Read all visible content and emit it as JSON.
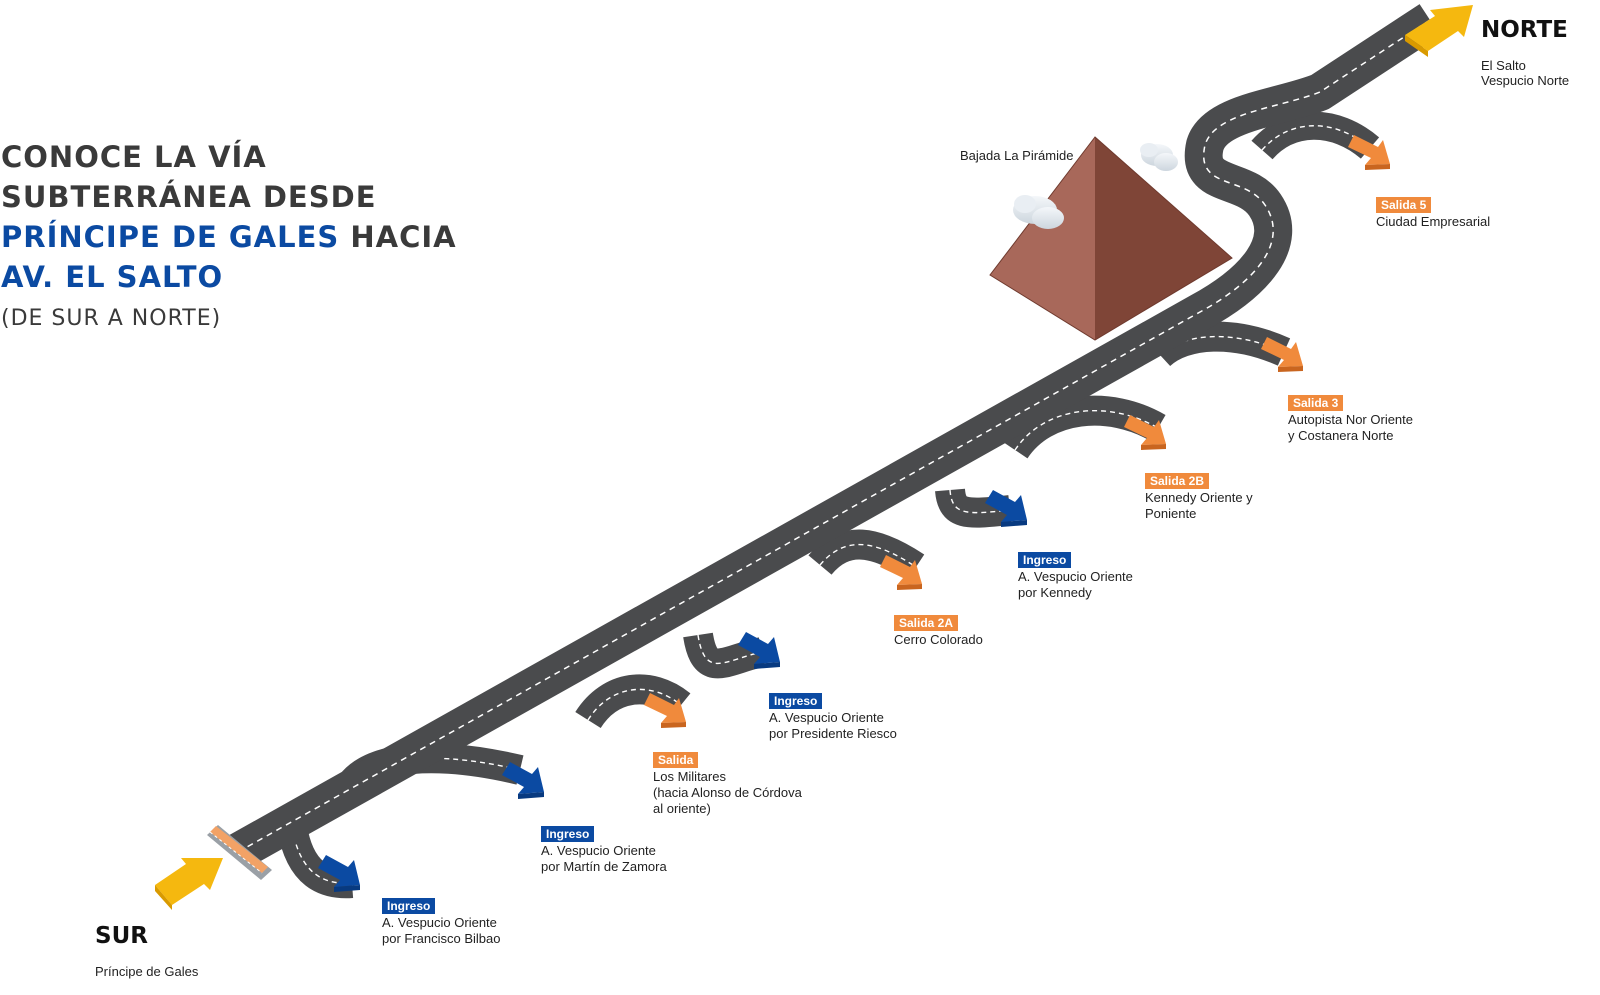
{
  "headline": {
    "line1": "CONOCE LA VÍA",
    "line2": "SUBTERRÁNEA DESDE",
    "line3_highlight": "PRÍNCIPE DE GALES",
    "line3_rest": " HACIA",
    "line4_highlight": "AV. EL SALTO",
    "subtitle": "(DE SUR A NORTE)"
  },
  "colors": {
    "road": "#4a4b4d",
    "highlight_blue": "#0b4aa2",
    "ingreso": "#0b4aa2",
    "salida": "#f08a3c",
    "end_arrow": "#f5b80f",
    "pyramid": "#9b5e4e"
  },
  "ends": {
    "sur": {
      "title": "SUR",
      "subtitle": "Príncipe de Gales"
    },
    "norte": {
      "title": "NORTE",
      "subtitle": "El Salto\nVespucio Norte"
    }
  },
  "landmark": {
    "label": "Bajada La Pirámide"
  },
  "points": [
    {
      "type": "ingreso",
      "tag": "Ingreso",
      "text": "A. Vespucio Oriente\npor Francisco Bilbao"
    },
    {
      "type": "ingreso",
      "tag": "Ingreso",
      "text": "A. Vespucio Oriente\n por Martín de Zamora"
    },
    {
      "type": "salida",
      "tag": "Salida",
      "text": "Los Militares\n(hacia Alonso de Córdova\nal oriente)"
    },
    {
      "type": "ingreso",
      "tag": "Ingreso",
      "text": "A. Vespucio Oriente\npor Presidente Riesco"
    },
    {
      "type": "salida",
      "tag": "Salida 2A",
      "text": "Cerro Colorado"
    },
    {
      "type": "ingreso",
      "tag": "Ingreso",
      "text": "A. Vespucio Oriente\npor Kennedy"
    },
    {
      "type": "salida",
      "tag": "Salida 2B",
      "text": "Kennedy Oriente y\nPoniente"
    },
    {
      "type": "salida",
      "tag": "Salida 3",
      "text": "Autopista Nor Oriente\ny Costanera Norte"
    },
    {
      "type": "salida",
      "tag": "Salida 5",
      "text": "Ciudad Empresarial"
    }
  ],
  "icons": {
    "end_arrow": "yellow-arrow-icon",
    "ingreso_arrow": "blue-arrow-icon",
    "salida_arrow": "orange-arrow-icon",
    "landmark": "pyramid-icon",
    "cloud": "cloud-icon",
    "tunnel": "tunnel-entrance-icon"
  }
}
